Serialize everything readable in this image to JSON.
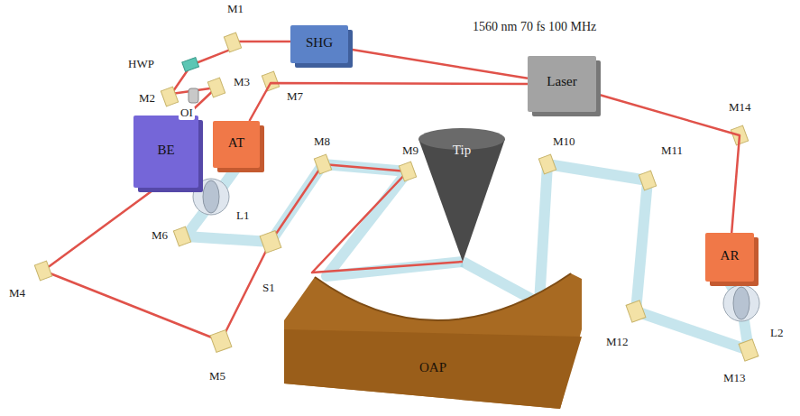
{
  "diagram": {
    "nodes": [
      {
        "text": [
          "SHG"
        ]
      },
      {
        "text": [
          "Laser"
        ]
      },
      {
        "text": [
          "BE"
        ]
      },
      {
        "text": [
          "AT"
        ]
      },
      {
        "text": [
          "Tip"
        ]
      },
      {
        "text": [
          "AR"
        ]
      },
      {
        "text": [
          "OAP"
        ]
      }
    ],
    "edges": [
      {
        "from": 1,
        "to": 0,
        "arrow": "none"
      },
      {
        "from": 1,
        "to": 3,
        "arrow": "none"
      },
      {
        "from": 1,
        "to": 5,
        "arrow": "none"
      }
    ],
    "labels": [
      "1560 nm 70 fs 100 MHz",
      "M1",
      "HWP",
      "M2",
      "OI",
      "M3",
      "M7",
      "M8",
      "M9",
      "M10",
      "M11",
      "M14",
      "L1",
      "M6",
      "S1",
      "L2",
      "M4",
      "M12",
      "M13",
      "M5"
    ]
  }
}
